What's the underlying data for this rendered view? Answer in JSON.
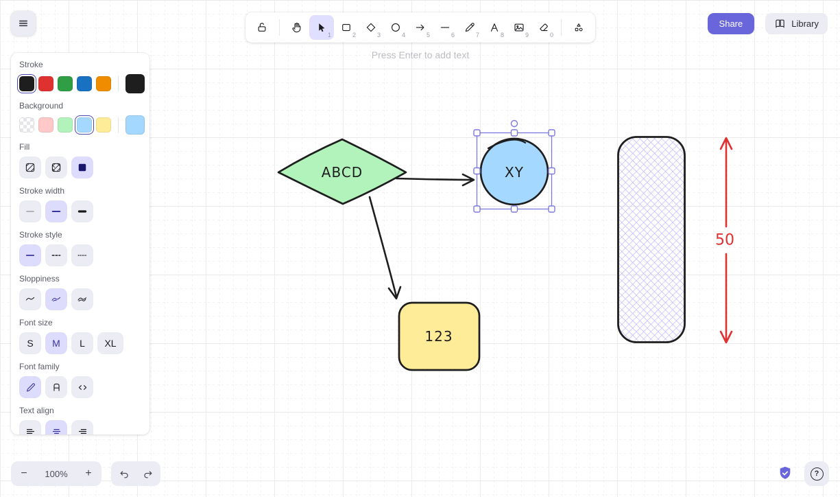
{
  "hint": "Press Enter to add text",
  "topbar": {
    "share_label": "Share",
    "library_label": "Library"
  },
  "toolbar": {
    "tools": [
      {
        "name": "lock",
        "shortcut": ""
      },
      {
        "name": "hand",
        "shortcut": ""
      },
      {
        "name": "selection",
        "shortcut": "1",
        "active": true
      },
      {
        "name": "rectangle",
        "shortcut": "2"
      },
      {
        "name": "diamond",
        "shortcut": "3"
      },
      {
        "name": "ellipse",
        "shortcut": "4"
      },
      {
        "name": "arrow",
        "shortcut": "5"
      },
      {
        "name": "line",
        "shortcut": "6"
      },
      {
        "name": "draw",
        "shortcut": "7"
      },
      {
        "name": "text",
        "shortcut": "8"
      },
      {
        "name": "image",
        "shortcut": "9"
      },
      {
        "name": "eraser",
        "shortcut": "0"
      },
      {
        "name": "more-tools",
        "shortcut": ""
      }
    ]
  },
  "panel": {
    "stroke": {
      "label": "Stroke",
      "colors": [
        "#1e1e1e",
        "#e03131",
        "#2f9e44",
        "#1971c2",
        "#f08c00"
      ],
      "selected": "#1e1e1e",
      "current": "#1e1e1e"
    },
    "background": {
      "label": "Background",
      "colors": [
        "transparent",
        "#ffc9c9",
        "#b2f2bb",
        "#a5d8ff",
        "#ffec99"
      ],
      "selected": "#a5d8ff",
      "current": "#a5d8ff"
    },
    "fill": {
      "label": "Fill",
      "options": [
        "hachure",
        "cross-hatch",
        "solid"
      ],
      "selected": "solid"
    },
    "stroke_width": {
      "label": "Stroke width",
      "options": [
        "thin",
        "bold",
        "extra-bold"
      ],
      "selected": "bold"
    },
    "stroke_style": {
      "label": "Stroke style",
      "options": [
        "solid",
        "dashed",
        "dotted"
      ],
      "selected": "solid"
    },
    "sloppiness": {
      "label": "Sloppiness",
      "options": [
        "architect",
        "artist",
        "cartoonist"
      ],
      "selected": "artist"
    },
    "font_size": {
      "label": "Font size",
      "options": [
        "S",
        "M",
        "L",
        "XL"
      ],
      "selected": "M"
    },
    "font_family": {
      "label": "Font family",
      "options": [
        "hand-drawn",
        "normal",
        "code"
      ],
      "selected": "hand-drawn"
    },
    "text_align": {
      "label": "Text align",
      "options": [
        "left",
        "center",
        "right"
      ],
      "selected": "center"
    }
  },
  "canvas": {
    "shapes": {
      "diamond": {
        "label": "ABCD",
        "fill": "#b2f2bb",
        "stroke": "#1e1e1e"
      },
      "ellipse": {
        "label": "XY",
        "fill": "#a5d8ff",
        "stroke": "#1e1e1e",
        "selected": true
      },
      "rectangle": {
        "label": "123",
        "fill": "#ffec99",
        "stroke": "#1e1e1e"
      },
      "hatched_rectangle": {
        "fill_style": "cross-hatch",
        "hatch_color": "#c3b8fa",
        "stroke": "#1e1e1e"
      },
      "measure_arrow": {
        "label": "50",
        "color": "#e03131"
      }
    }
  },
  "footer": {
    "zoom_value": "100%",
    "zoom_out_glyph": "−",
    "zoom_in_glyph": "+",
    "help_glyph": "?"
  },
  "colors": {
    "accent": "#6965db",
    "selected_tool_bg": "#e0dfff",
    "selection_outline": "#7b79e0",
    "button_bg": "#ececf4",
    "canvas_bg": "#ffffff"
  }
}
